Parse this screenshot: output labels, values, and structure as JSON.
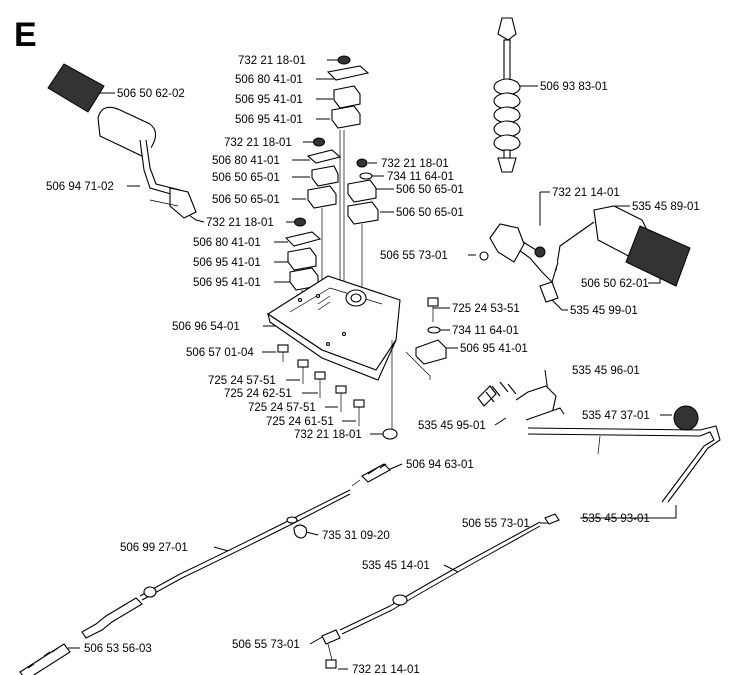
{
  "section_letter": "E",
  "labels": [
    "732 21 18-01",
    "506 80 41-01",
    "506 95 41-01",
    "506 95 41-01",
    "732 21 18-01",
    "506 80 41-01",
    "506 50 65-01",
    "506 50 65-01",
    "732 21 18-01",
    "506 80 41-01",
    "506 95 41-01",
    "506 95 41-01",
    "732 21 18-01",
    "734 11 64-01",
    "506 50 65-01",
    "506 50 65-01",
    "506 93 83-01",
    "506 50 62-02",
    "506 94 71-02",
    "732 21 14-01",
    "535 45 89-01",
    "506 55 73-01",
    "506 50 62-01",
    "535 45 99-01",
    "725 24 53-51",
    "734 11 64-01",
    "506 95 41-01",
    "506 96 54-01",
    "506 57 01-04",
    "725 24 57-51",
    "725 24 62-51",
    "725 24 57-51",
    "725 24 61-51",
    "732 21 18-01",
    "535 45 96-01",
    "535 47 37-01",
    "535 45 95-01",
    "506 94 63-01",
    "535 45 93-01",
    "735 31 09-20",
    "506 99 27-01",
    "506 55 73-01",
    "535 45 14-01",
    "506 53 56-03",
    "506 55 73-01",
    "732 21 14-01"
  ]
}
